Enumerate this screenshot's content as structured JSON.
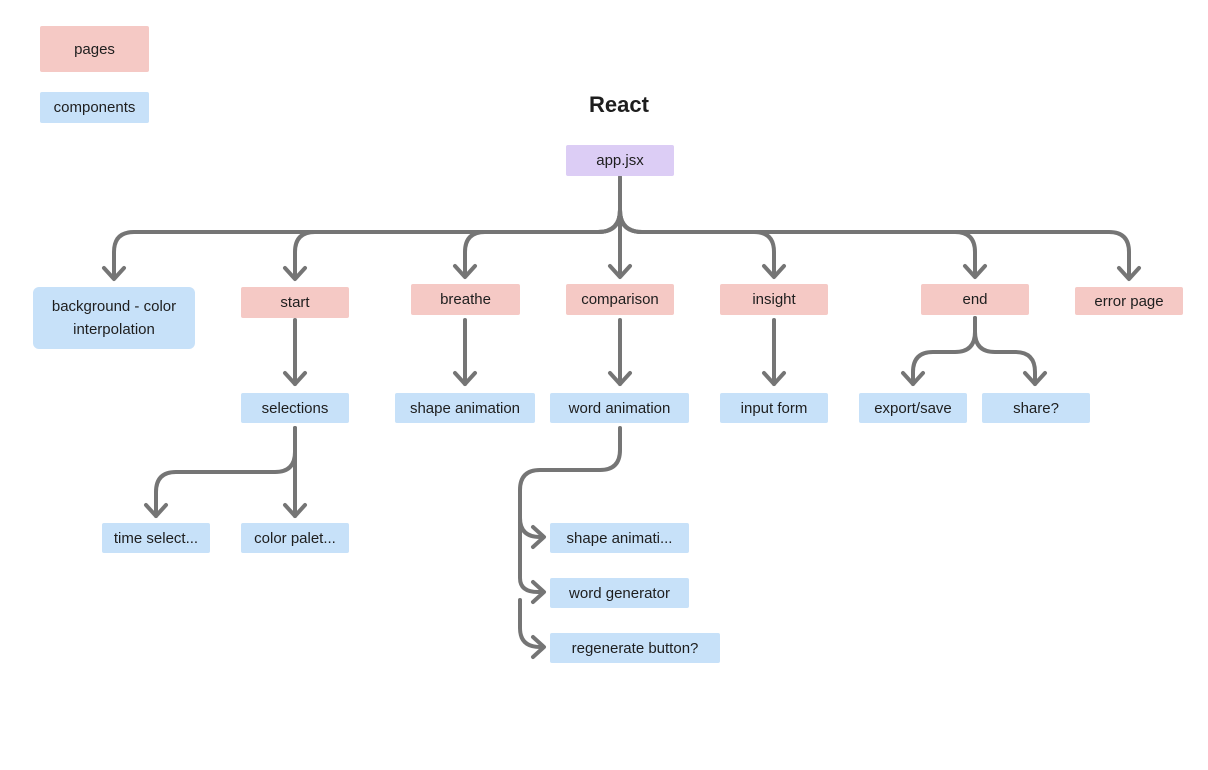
{
  "legend": {
    "pages": "pages",
    "components": "components"
  },
  "title": "React",
  "root": "app.jsx",
  "nodes": {
    "background": "background - color interpolation",
    "start": "start",
    "breathe": "breathe",
    "comparison": "comparison",
    "insight": "insight",
    "end": "end",
    "error_page": "error page",
    "selections": "selections",
    "shape_animation": "shape animation",
    "word_animation": "word animation",
    "input_form": "input form",
    "export_save": "export/save",
    "share": "share?",
    "time_select": "time select...",
    "color_palet": "color palet...",
    "shape_animati": "shape animati...",
    "word_generator": "word generator",
    "regenerate_button": "regenerate button?"
  },
  "colors": {
    "page": "#f5c9c5",
    "component": "#c7e1f9",
    "root": "#dccdf5",
    "edge": "#757575"
  }
}
